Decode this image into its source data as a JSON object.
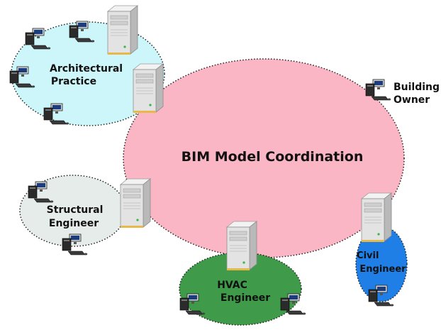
{
  "nodes": {
    "bim": {
      "label": "BIM Model Coordination",
      "fill": "#fbb6c6"
    },
    "architectural": {
      "line1": "Architectural",
      "line2": "Practice",
      "fill": "#cdf6fa"
    },
    "structural": {
      "line1": "Structural",
      "line2": "Engineer",
      "fill": "#e6ece9"
    },
    "hvac": {
      "line1": "HVAC",
      "line2": "Engineer",
      "fill": "#3f9a49"
    },
    "civil": {
      "line1": "Civil",
      "line2": "Engineer",
      "fill": "#1f7fe6"
    },
    "owner": {
      "line1": "Building",
      "line2": "Owner"
    }
  },
  "icons": {
    "server": "server-icon",
    "workstation": "computer-workstation-icon"
  }
}
